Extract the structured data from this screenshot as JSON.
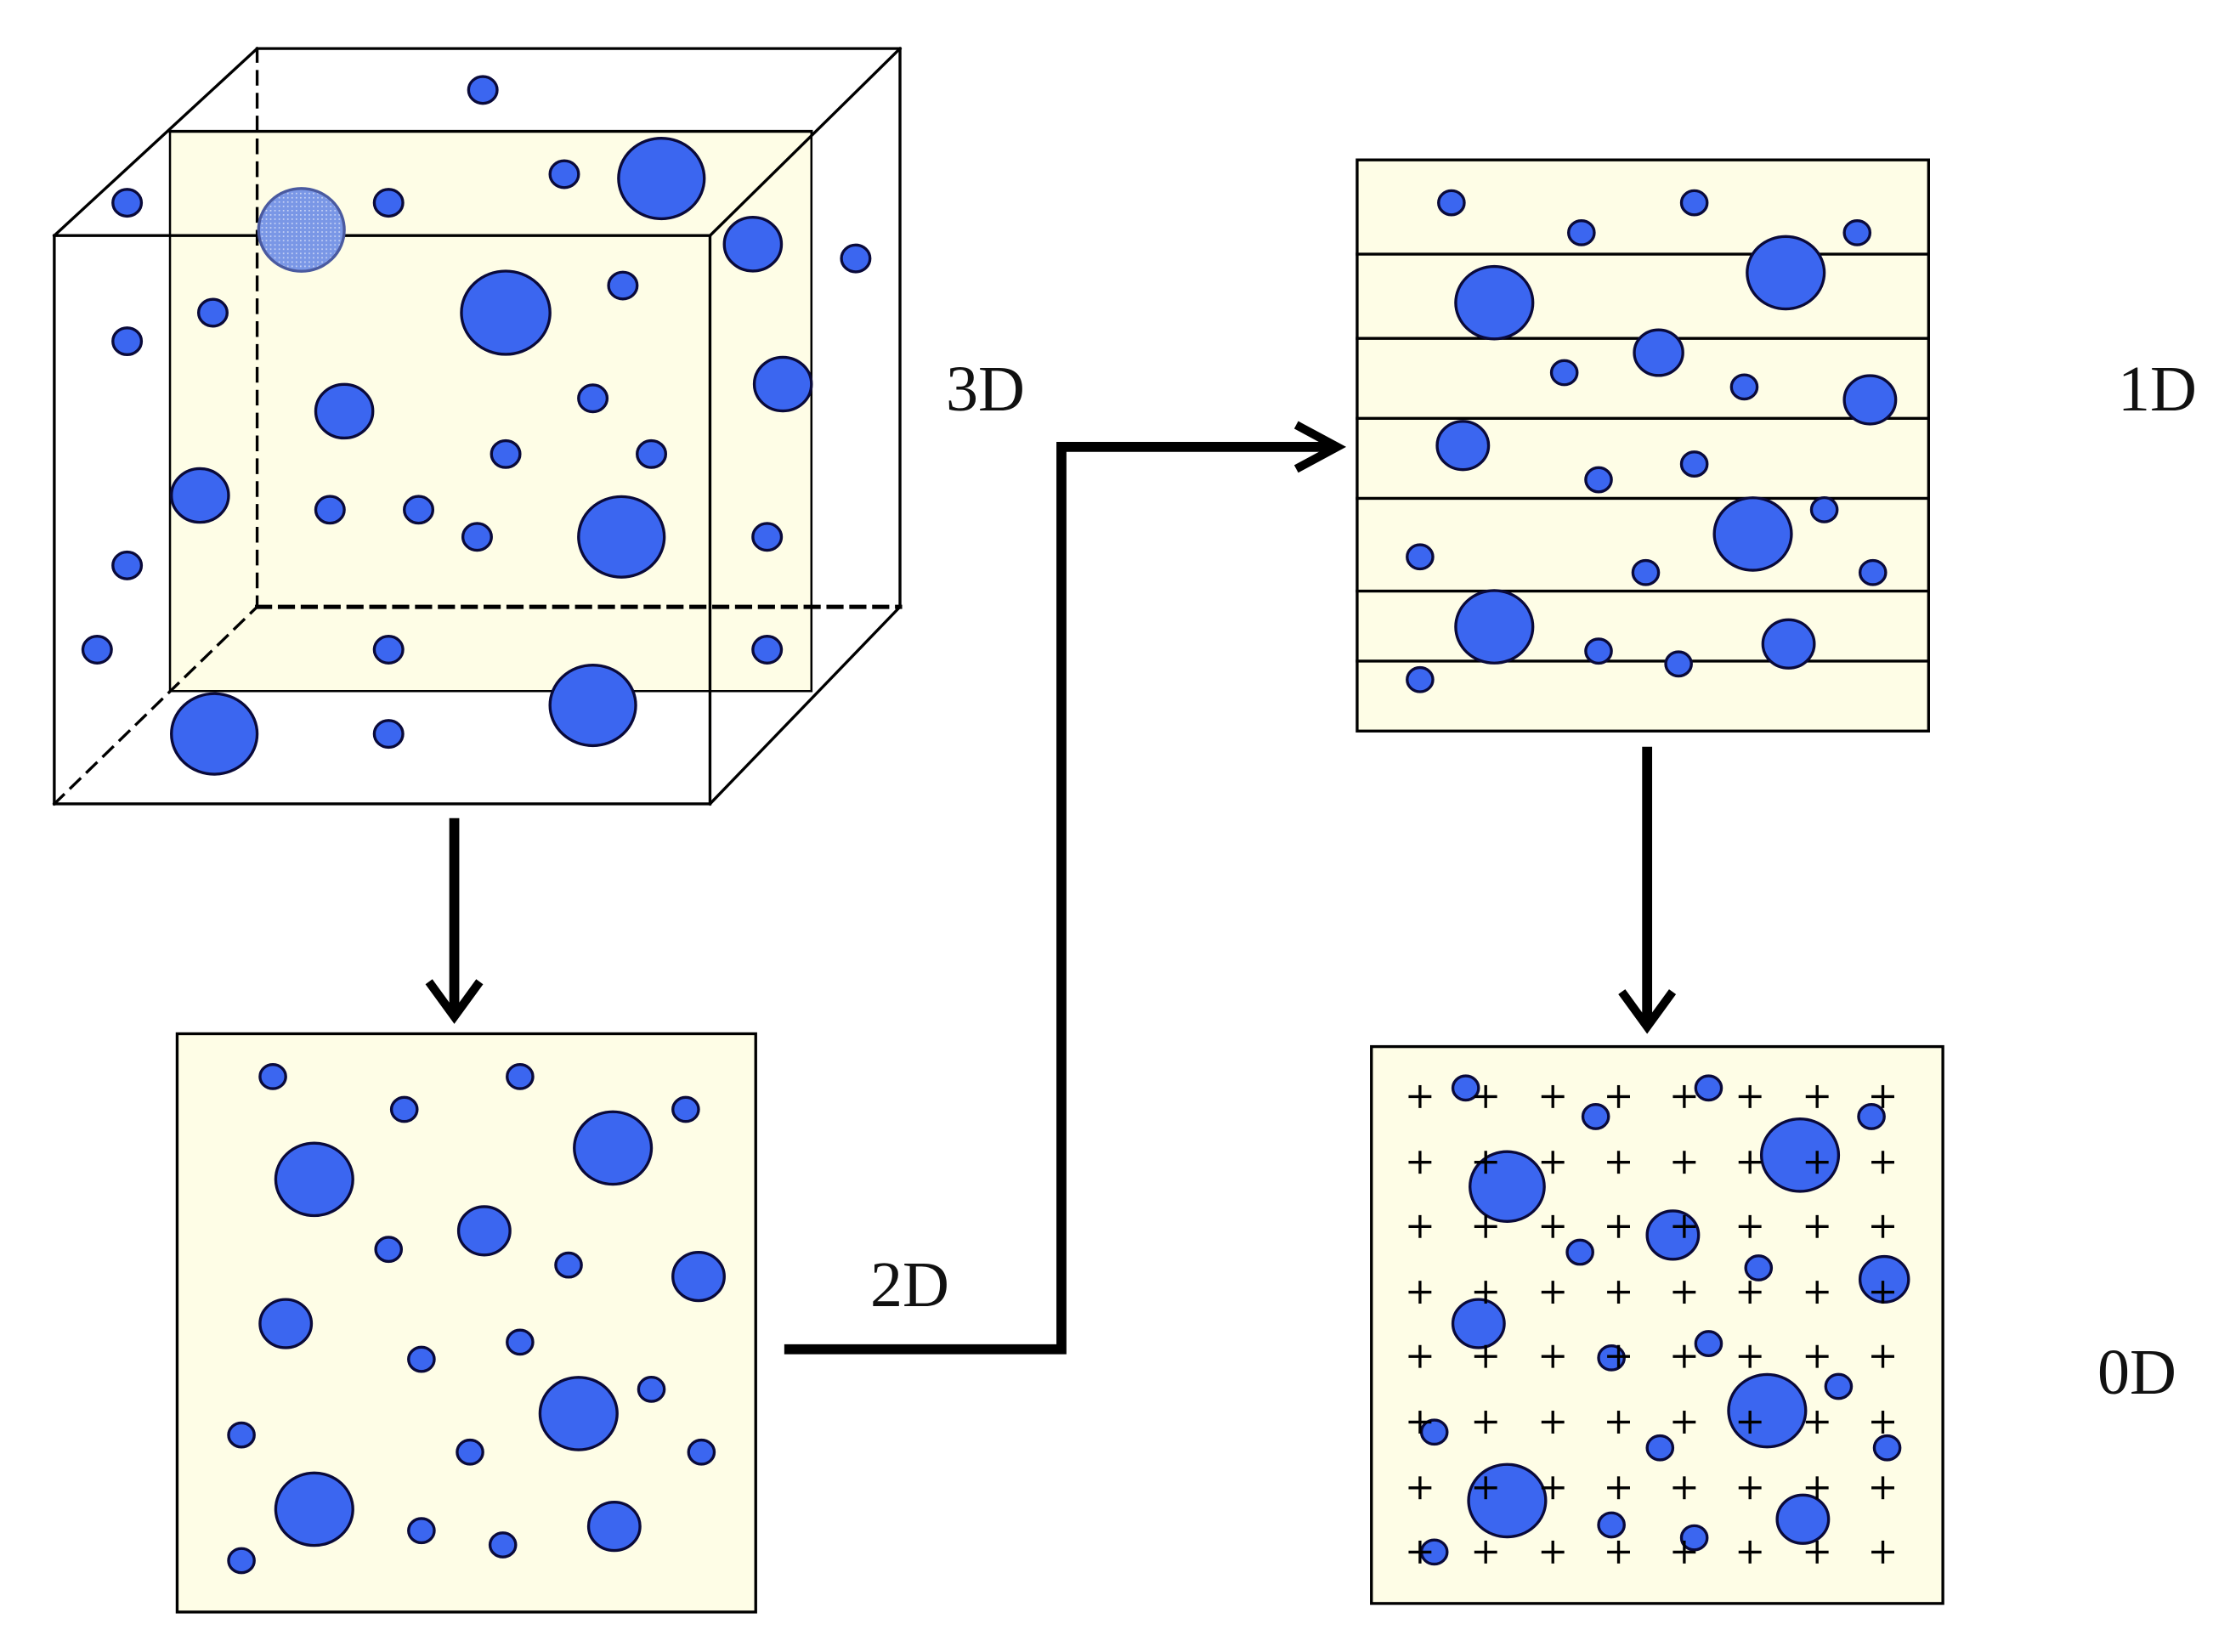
{
  "labels": {
    "d3": "3D",
    "d2": "2D",
    "d1": "1D",
    "d0": "0D"
  },
  "colors": {
    "panel_fill": "#fefde6",
    "particle_fill": "#3b66f0",
    "particle_stroke": "#0a0a3a",
    "ghost_particle_fill": "#7a97e6",
    "line": "#000000"
  }
}
